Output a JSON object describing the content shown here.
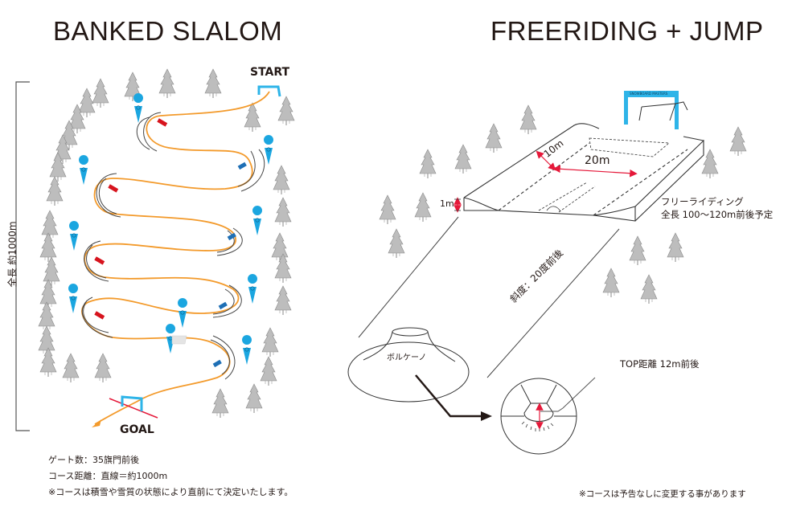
{
  "left_panel": {
    "title": "BANKED SLALOM",
    "start_label": "START",
    "goal_label": "GOAL",
    "total_length_label": "全長 約1000m",
    "notes": [
      "ゲート数：35旗門前後",
      "コース距離：直線＝約1000m",
      "※コースは積雪や雪質の状態により直前にて決定いたします。"
    ],
    "colors": {
      "course_line": "#F39A2B",
      "gate_red": "#D7141E",
      "gate_blue": "#1E6FB5",
      "flag": "#1BA6E0",
      "start_goal_frame": "#2EB4E8",
      "goal_line": "#E5193A"
    }
  },
  "right_panel": {
    "title": "FREERIDING + JUMP",
    "width_label": "10m",
    "length_label": "20m",
    "height_label": "1m",
    "freeride_label_line1": "フリーライディング",
    "freeride_label_line2": "全長 100〜120m前後予定",
    "slope_label": "斜度：20度前後",
    "volcano_label": "ボルケーノ",
    "top_distance_label": "TOP距離 12m前後",
    "gate_banner_label": "SNOWBOARD MASTERS",
    "note": "※コースは予告なしに変更する事があります",
    "colors": {
      "dimension_arrow": "#E5193A",
      "gate": "#2EB4E8"
    }
  }
}
